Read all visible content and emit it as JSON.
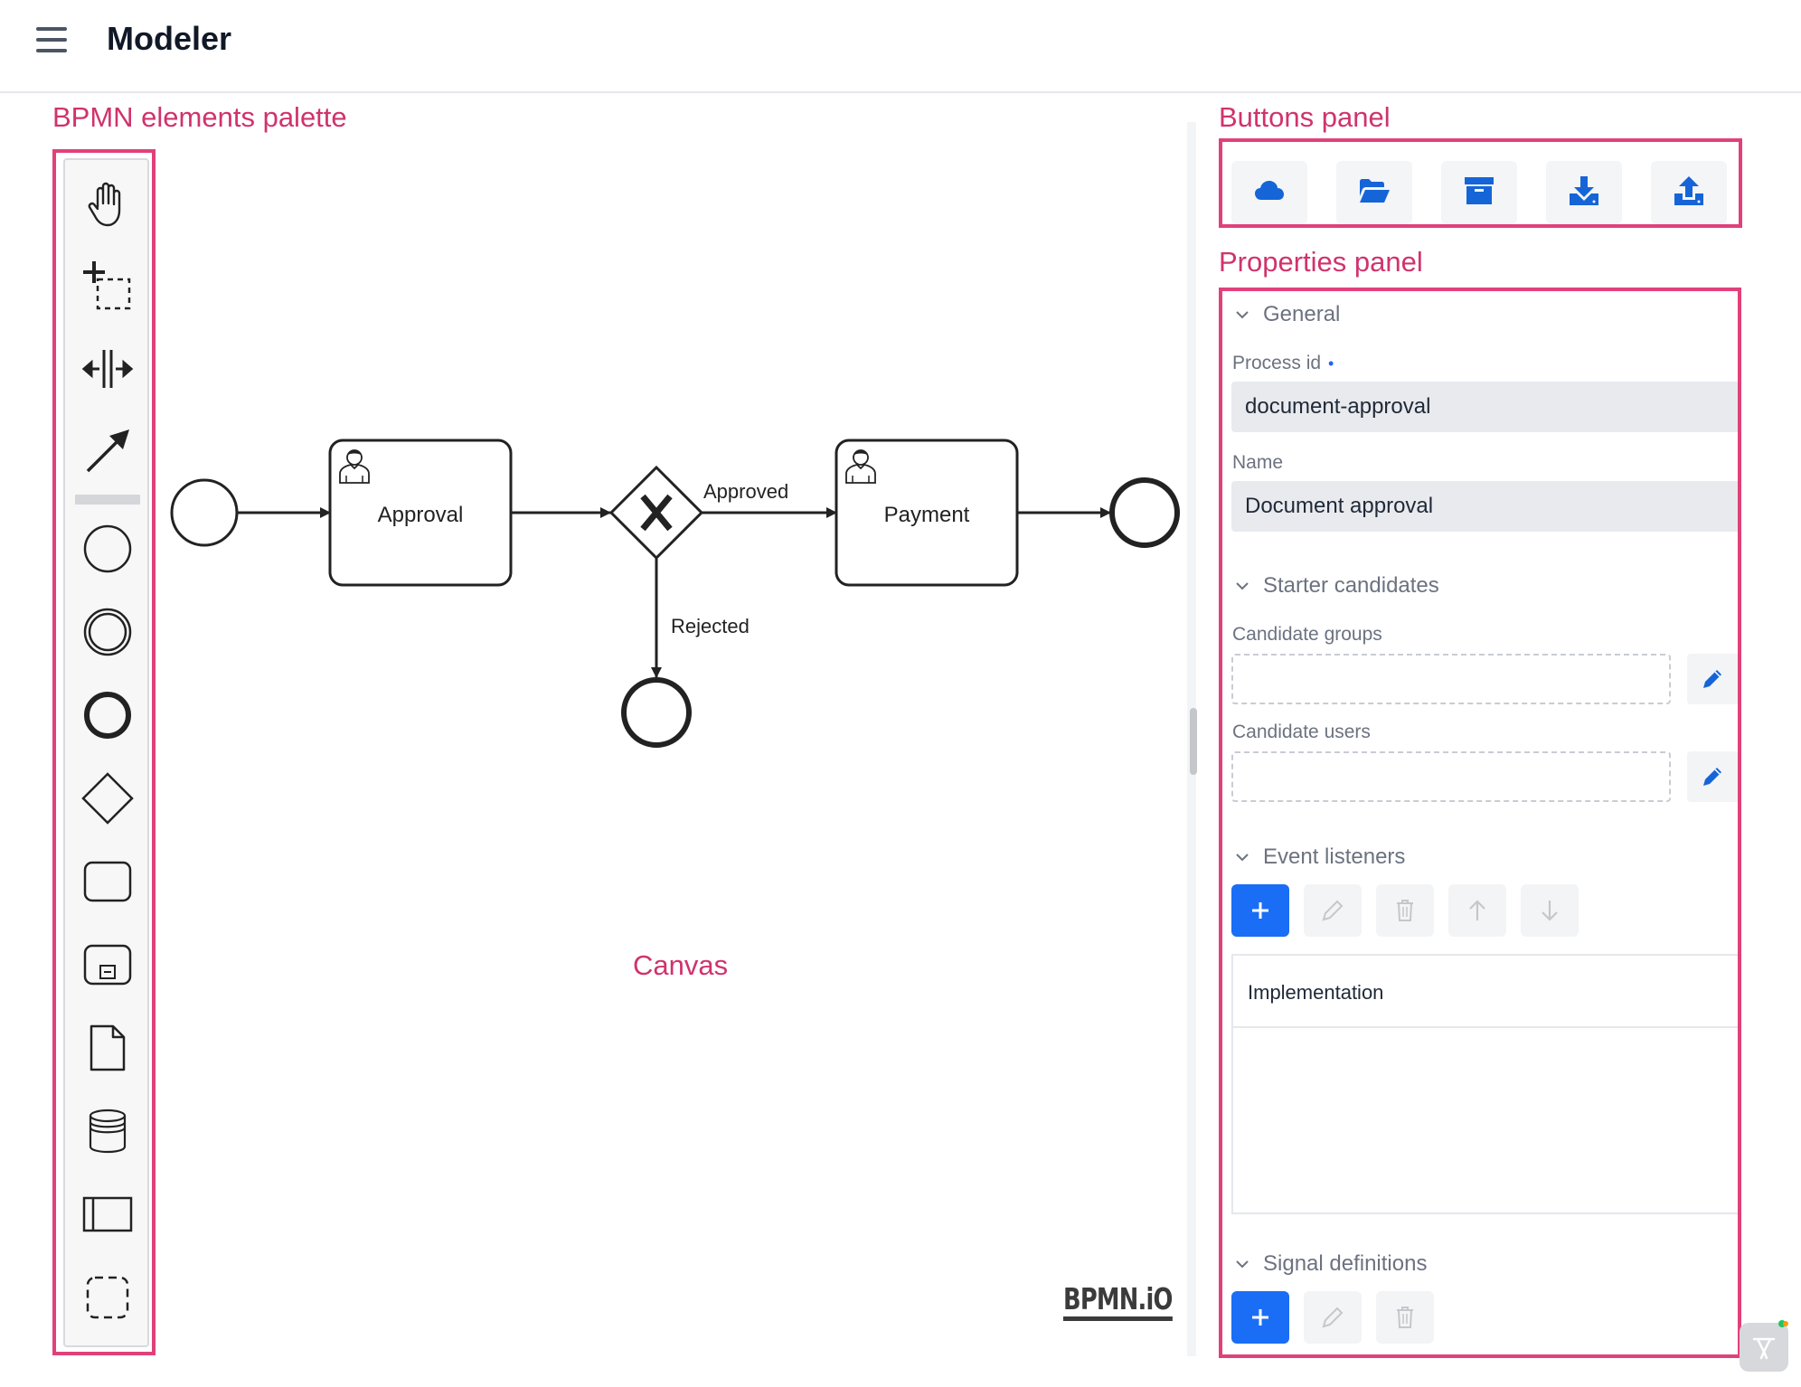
{
  "header": {
    "title": "Modeler"
  },
  "annotations": {
    "palette": "BPMN elements palette",
    "buttons": "Buttons panel",
    "properties": "Properties panel",
    "canvas": "Canvas"
  },
  "palette": {
    "tools": [
      "hand-tool-icon",
      "lasso-tool-icon",
      "space-tool-icon",
      "connect-tool-icon",
      "start-event-icon",
      "intermediate-event-icon",
      "end-event-icon",
      "gateway-icon",
      "task-icon",
      "subprocess-icon",
      "data-object-icon",
      "data-store-icon",
      "pool-icon",
      "group-icon"
    ]
  },
  "diagram": {
    "tasks": {
      "approval": "Approval",
      "payment": "Payment"
    },
    "flows": {
      "approved": "Approved",
      "rejected": "Rejected"
    },
    "logo": "BPMN.iO"
  },
  "buttons_panel": {
    "buttons": [
      "cloud-icon",
      "open-folder-icon",
      "archive-icon",
      "download-icon",
      "upload-icon"
    ]
  },
  "properties": {
    "general": {
      "title": "General",
      "process_id_label": "Process id",
      "process_id_value": "document-approval",
      "name_label": "Name",
      "name_value": "Document approval"
    },
    "starter": {
      "title": "Starter candidates",
      "groups_label": "Candidate groups",
      "users_label": "Candidate users"
    },
    "listeners": {
      "title": "Event listeners",
      "column": "Implementation"
    },
    "signals": {
      "title": "Signal definitions"
    }
  },
  "colors": {
    "accent": "#1a6ef5",
    "annotation": "#d0336c",
    "icon_blue": "#1565d8"
  }
}
